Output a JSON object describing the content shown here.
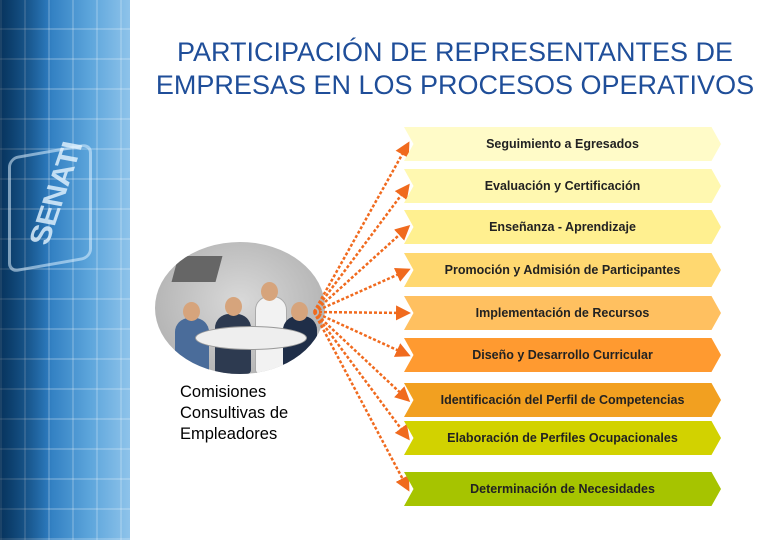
{
  "title": {
    "line1": "PARTICIPACIÓN DE REPRESENTANTES DE",
    "line2": "EMPRESAS EN LOS PROCESOS OPERATIVOS"
  },
  "building_sign": "SENATI",
  "photo_label": "Comisiones\nConsultivas de\nEmpleadores",
  "stages": [
    {
      "label": "Seguimiento a Egresados",
      "color": "#fffbc8"
    },
    {
      "label": "Evaluación y Certificación",
      "color": "#fff8b0"
    },
    {
      "label": "Enseñanza - Aprendizaje",
      "color": "#fff090"
    },
    {
      "label": "Promoción y Admisión de Participantes",
      "color": "#ffd870"
    },
    {
      "label": "Implementación de Recursos",
      "color": "#ffc060"
    },
    {
      "label": "Diseño y Desarrollo Curricular",
      "color": "#ff9a30"
    },
    {
      "label": "Identificación del Perfil de Competencias",
      "color": "#f2a020"
    },
    {
      "label": "Elaboración de Perfiles Ocupacionales",
      "color": "#d2d200"
    },
    {
      "label": "Determinación de Necesidades",
      "color": "#a6c400"
    }
  ],
  "connector_color": "#f06a1e"
}
